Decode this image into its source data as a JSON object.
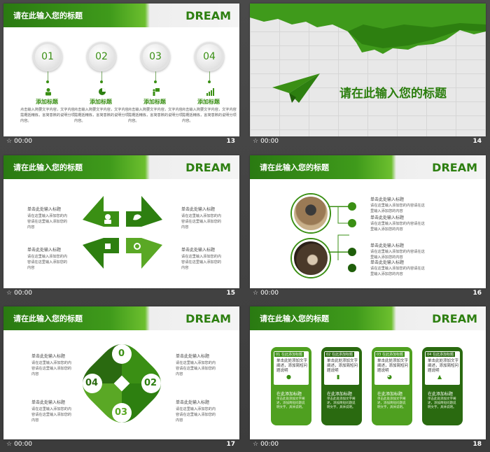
{
  "common": {
    "header_title": "请在此输入您的标题",
    "dream": "DREAM",
    "time": "00:00",
    "star": "☆"
  },
  "slides": [
    {
      "num": "13"
    },
    {
      "num": "14"
    },
    {
      "num": "15"
    },
    {
      "num": "16"
    },
    {
      "num": "17"
    },
    {
      "num": "18"
    }
  ],
  "s13": {
    "steps": [
      {
        "n": "01",
        "label": "添加标题",
        "icon": "person-icon",
        "text": "点击输入简要文字内容，文字内容需概括精炼，言简意赅的说明分项内容。"
      },
      {
        "n": "02",
        "label": "添加标题",
        "icon": "pie-chart-icon",
        "text": "点击输入简要文字内容，文字内容需概括精炼，言简意赅的说明分项内容。"
      },
      {
        "n": "03",
        "label": "添加标题",
        "icon": "presentation-icon",
        "text": "点击输入简要文字内容，文字内容需概括精炼，言简意赅的说明分项内容。"
      },
      {
        "n": "04",
        "label": "添加标题",
        "icon": "bar-chart-icon",
        "text": "点击输入简要文字内容，文字内容需概括精炼，言简意赅的说明分项内容。"
      }
    ]
  },
  "s14": {
    "title": "请在此输入您的标题",
    "icon": "paper-plane-icon"
  },
  "s15": {
    "items": [
      {
        "title": "单击此处输入标题",
        "text": "请在这里输入添加您的内容请在这里输入添加您的内容"
      },
      {
        "title": "单击此处输入标题",
        "text": "请在这里输入添加您的内容请在这里输入添加您的内容"
      },
      {
        "title": "单击此处输入标题",
        "text": "请在这里输入添加您的内容请在这里输入添加您的内容"
      },
      {
        "title": "单击此处输入标题",
        "text": "请在这里输入添加您的内容请在这里输入添加您的内容"
      }
    ]
  },
  "s16": {
    "items": [
      {
        "title": "单击此处输入标题",
        "text": "请在这里输入添加您的内容请在这里输入添加您的内容"
      },
      {
        "title": "单击此处输入标题",
        "text": "请在这里输入添加您的内容请在这里输入添加您的内容"
      },
      {
        "title": "单击此处输入标题",
        "text": "请在这里输入添加您的内容请在这里输入添加您的内容"
      },
      {
        "title": "单击此处输入标题",
        "text": "请在这里输入添加您的内容请在这里输入添加您的内容"
      }
    ]
  },
  "s17": {
    "nums": [
      "0",
      "02",
      "03",
      "04"
    ],
    "items": [
      {
        "title": "单击此处输入标题",
        "text": "请在这里输入添加您的内容请在这里输入添加您的内容"
      },
      {
        "title": "单击此处输入标题",
        "text": "请在这里输入添加您的内容请在这里输入添加您的内容"
      },
      {
        "title": "单击此处输入标题",
        "text": "请在这里输入添加您的内容请在这里输入添加您的内容"
      },
      {
        "title": "单击此处输入标题",
        "text": "请在这里输入添加您的内容请在这里输入添加您的内容"
      }
    ]
  },
  "s18": {
    "cards": [
      {
        "tag": "01 在此添加标题",
        "text": "单击此处添加文字阐述，添加简短问题说明",
        "head": "在此添加标题",
        "body": "单击此处添加文字阐述，添加简短问题说明文字，具体说明。",
        "icon": "person-icon"
      },
      {
        "tag": "02 在此添加标题",
        "text": "单击此处添加文字阐述，添加简短问题说明",
        "head": "在此添加标题",
        "body": "单击此处添加文字阐述，添加简短问题说明文字，具体说明。",
        "icon": "bar-chart-icon"
      },
      {
        "tag": "03 在此添加标题",
        "text": "单击此处添加文字阐述，添加简短问题说明",
        "head": "在此添加标题",
        "body": "单击此处添加文字阐述，添加简短问题说明文字，具体说明。",
        "icon": "pie-chart-icon"
      },
      {
        "tag": "04 在此添加标题",
        "text": "单击此处添加文字阐述，添加简短问题说明",
        "head": "在此添加标题",
        "body": "单击此处添加文字阐述，添加简短问题说明文字，具体说明。",
        "icon": "presentation-icon"
      }
    ]
  },
  "colors": {
    "dark_green": "#2d7f10",
    "green": "#3a8f14",
    "light_green": "#6cbf2e",
    "card_dark": "#2a6a10"
  }
}
